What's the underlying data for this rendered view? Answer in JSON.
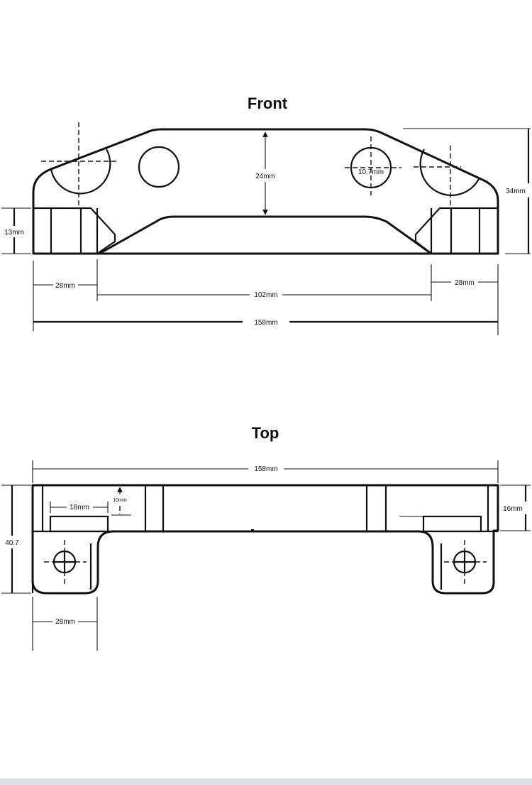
{
  "front": {
    "title": "Front",
    "dims": {
      "height_center": "24mm",
      "hole": "10.7mm",
      "height_total": "34mm",
      "foot_height": "13mm",
      "foot_left": "28mm",
      "span_inner": "102mm",
      "foot_right": "28mm",
      "length_total": "158mm"
    }
  },
  "top": {
    "title": "Top",
    "dims": {
      "length_total": "158mm",
      "tab_width": "18mm",
      "tab_depth": "10mm",
      "depth_total": "40.7",
      "bar_depth": "16mm",
      "foot_width": "28mm"
    }
  },
  "colors": {
    "line": "#111111",
    "background": "#ffffff"
  }
}
